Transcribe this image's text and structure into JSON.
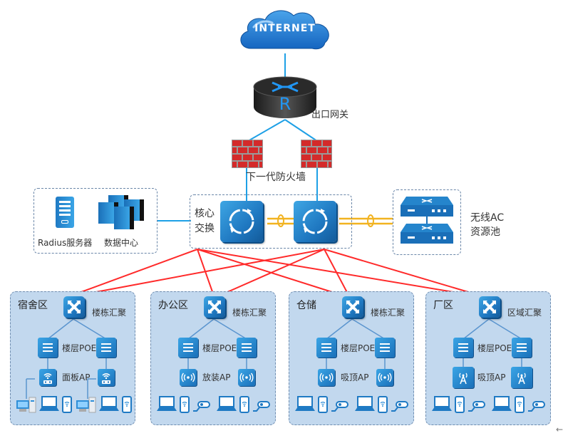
{
  "title": "网络拓扑图",
  "internet": {
    "label": "INTERNET",
    "icon": "cloud-icon"
  },
  "gateway": {
    "label": "出口网关",
    "icon": "router-icon",
    "router_letter": "R"
  },
  "firewall": {
    "label": "下一代防火墙",
    "icon": "firewall-icon",
    "count": 2
  },
  "core": {
    "label_line1": "核心",
    "label_line2": "交换",
    "icon": "core-switch-icon",
    "count": 2
  },
  "servers": {
    "radius_label": "Radius服务器",
    "datacenter_label": "数据中心"
  },
  "wireless_ac": {
    "label_line1": "无线AC",
    "label_line2": "资源池",
    "icon": "ac-controller-icon",
    "count": 2
  },
  "zones": [
    {
      "name": "宿舍区",
      "aggregation_label": "楼栋汇聚",
      "poe_label": "楼层POE",
      "ap_label": "面板AP",
      "ap_type": "panel-ap-icon",
      "devices": [
        "desktop-icon",
        "laptop-icon",
        "phone-icon"
      ]
    },
    {
      "name": "办公区",
      "aggregation_label": "楼栋汇聚",
      "poe_label": "楼层POE",
      "ap_label": "放装AP",
      "ap_type": "wireless-ap-icon",
      "devices": [
        "laptop-icon",
        "phone-icon",
        "camera-icon"
      ]
    },
    {
      "name": "仓储",
      "aggregation_label": "楼栋汇聚",
      "poe_label": "楼层POE",
      "ap_label": "吸顶AP",
      "ap_type": "wireless-ap-icon",
      "devices": [
        "laptop-icon",
        "phone-icon",
        "camera-icon"
      ]
    },
    {
      "name": "厂区",
      "aggregation_label": "区域汇聚",
      "poe_label": "楼层POE",
      "ap_label": "吸顶AP",
      "ap_type": "tower-ap-icon",
      "devices": [
        "laptop-icon",
        "phone-icon",
        "camera-icon"
      ]
    }
  ],
  "corner_mark": "←",
  "colors": {
    "uplink": "#1ea0e6",
    "core_downlink": "#ff2a2a",
    "stack_link": "#f2b320",
    "zone_fill": "#c2d8ee",
    "device_blue": "#1f7ac4"
  }
}
